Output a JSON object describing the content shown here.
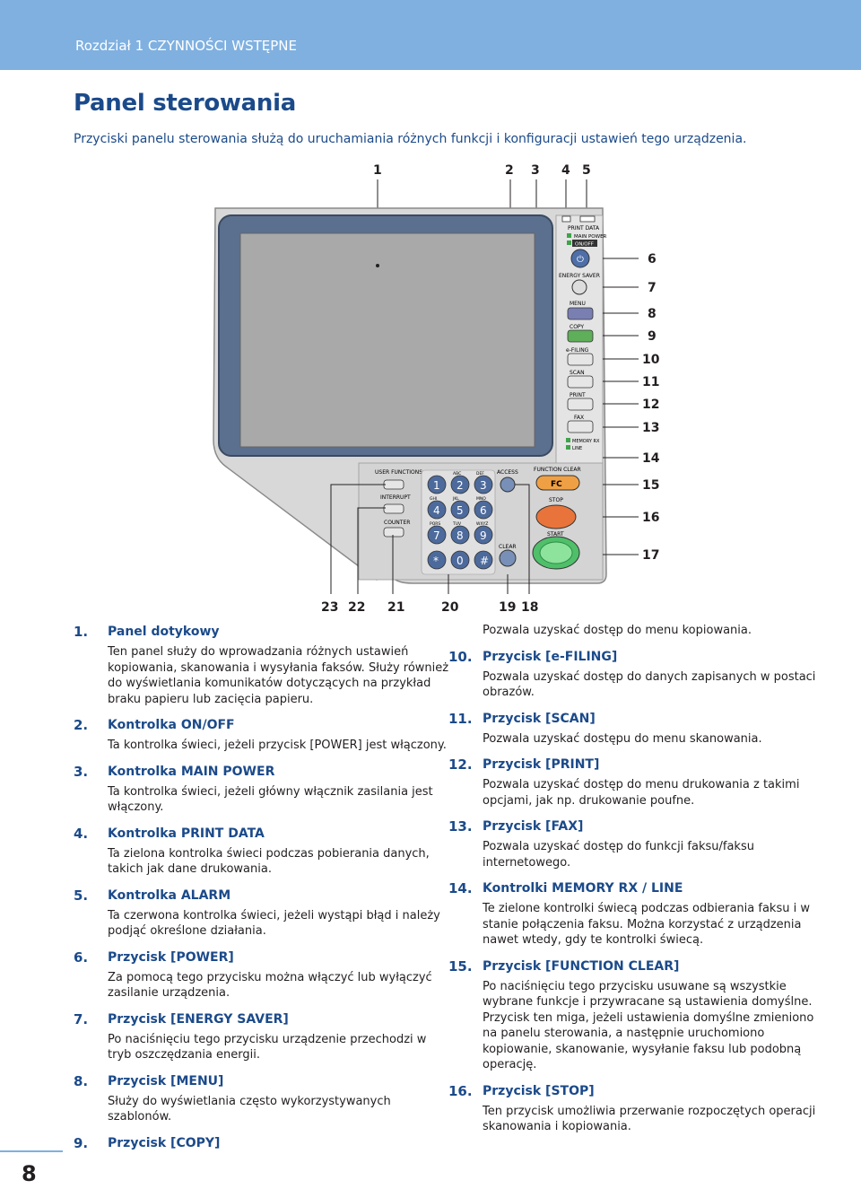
{
  "header": {
    "chapter": "Rozdział 1 CZYNNOŚCI WSTĘPNE"
  },
  "title": "Panel sterowania",
  "intro": "Przyciski panelu sterowania służą do uruchamiania różnych funkcji i konfiguracji ustawień tego urządzenia.",
  "callouts_top": [
    "1",
    "2",
    "3",
    "4",
    "5"
  ],
  "callouts_right": [
    "6",
    "7",
    "8",
    "9",
    "10",
    "11",
    "12",
    "13",
    "14",
    "15",
    "16",
    "17"
  ],
  "callouts_bottom": [
    "23",
    "22",
    "21",
    "20",
    "19",
    "18"
  ],
  "panel_labels": {
    "print_data": "PRINT DATA",
    "main_power": "MAIN POWER",
    "on_off": "ON/OFF",
    "energy_saver": "ENERGY SAVER",
    "menu": "MENU",
    "copy": "COPY",
    "efiling": "e-FILING",
    "scan": "SCAN",
    "print": "PRINT",
    "fax": "FAX",
    "memory_rx": "MEMORY RX",
    "line": "LINE",
    "user_functions": "USER FUNCTIONS",
    "interrupt": "INTERRUPT",
    "counter": "COUNTER",
    "access": "ACCESS",
    "clear": "CLEAR",
    "function_clear": "FUNCTION CLEAR",
    "stop": "STOP",
    "start": "START",
    "fc": "FC"
  },
  "keypad": {
    "keys": [
      "1",
      "2",
      "3",
      "4",
      "5",
      "6",
      "7",
      "8",
      "9",
      "*",
      "0",
      "#"
    ],
    "sublabels": [
      "",
      "ABC",
      "DEF",
      "GHI",
      "JKL",
      "MNO",
      "PQRS",
      "TUV",
      "WXYZ",
      "",
      "",
      ""
    ]
  },
  "left_items": [
    {
      "n": "1.",
      "h": "Panel dotykowy",
      "d": "Ten panel służy do wprowadzania różnych ustawień kopiowania, skanowania i wysyłania faksów. Służy również do wyświetlania komunikatów dotyczących na przykład braku papieru lub zacięcia papieru."
    },
    {
      "n": "2.",
      "h": "Kontrolka ON/OFF",
      "d": "Ta kontrolka świeci, jeżeli przycisk [POWER] jest włączony."
    },
    {
      "n": "3.",
      "h": "Kontrolka MAIN POWER",
      "d": "Ta kontrolka świeci, jeżeli główny włącznik zasilania jest włączony."
    },
    {
      "n": "4.",
      "h": "Kontrolka PRINT DATA",
      "d": "Ta zielona kontrolka świeci podczas pobierania danych, takich jak dane drukowania."
    },
    {
      "n": "5.",
      "h": "Kontrolka ALARM",
      "d": "Ta czerwona kontrolka świeci, jeżeli wystąpi błąd i należy podjąć określone działania."
    },
    {
      "n": "6.",
      "h": "Przycisk [POWER]",
      "d": "Za pomocą tego przycisku można włączyć lub wyłączyć zasilanie urządzenia."
    },
    {
      "n": "7.",
      "h": "Przycisk [ENERGY SAVER]",
      "d": "Po naciśnięciu tego przycisku urządzenie przechodzi w tryb oszczędzania energii."
    },
    {
      "n": "8.",
      "h": "Przycisk [MENU]",
      "d": "Służy do wyświetlania często wykorzystywanych szablonów."
    },
    {
      "n": "9.",
      "h": "Przycisk [COPY]",
      "d": ""
    }
  ],
  "right_cont": "Pozwala uzyskać dostęp do menu kopiowania.",
  "right_items": [
    {
      "n": "10.",
      "h": "Przycisk [e-FILING]",
      "d": "Pozwala uzyskać dostęp do danych zapisanych w postaci obrazów."
    },
    {
      "n": "11.",
      "h": "Przycisk [SCAN]",
      "d": "Pozwala uzyskać dostępu do menu skanowania."
    },
    {
      "n": "12.",
      "h": "Przycisk [PRINT]",
      "d": "Pozwala uzyskać dostęp do menu drukowania z takimi opcjami, jak np. drukowanie poufne."
    },
    {
      "n": "13.",
      "h": "Przycisk [FAX]",
      "d": "Pozwala uzyskać dostęp do funkcji faksu/faksu internetowego."
    },
    {
      "n": "14.",
      "h": "Kontrolki MEMORY RX / LINE",
      "d": "Te zielone kontrolki świecą podczas odbierania faksu i w stanie połączenia faksu. Można korzystać z urządzenia nawet wtedy, gdy te kontrolki świecą."
    },
    {
      "n": "15.",
      "h": "Przycisk [FUNCTION CLEAR]",
      "d": "Po naciśnięciu tego przycisku usuwane są wszystkie wybrane funkcje i przywracane są ustawienia domyślne. Przycisk ten miga, jeżeli ustawienia domyślne zmieniono na panelu sterowania, a następnie uruchomiono kopiowanie, skanowanie, wysyłanie faksu lub podobną operację."
    },
    {
      "n": "16.",
      "h": "Przycisk [STOP]",
      "d": "Ten przycisk umożliwia przerwanie rozpoczętych operacji skanowania i kopiowania."
    }
  ],
  "page_number": "8",
  "colors": {
    "band": "#7fb0e0",
    "heading": "#1b4a8a",
    "copy_green": "#5fae5a",
    "stop_orange": "#e8743b",
    "start_green": "#4fbf6a"
  }
}
